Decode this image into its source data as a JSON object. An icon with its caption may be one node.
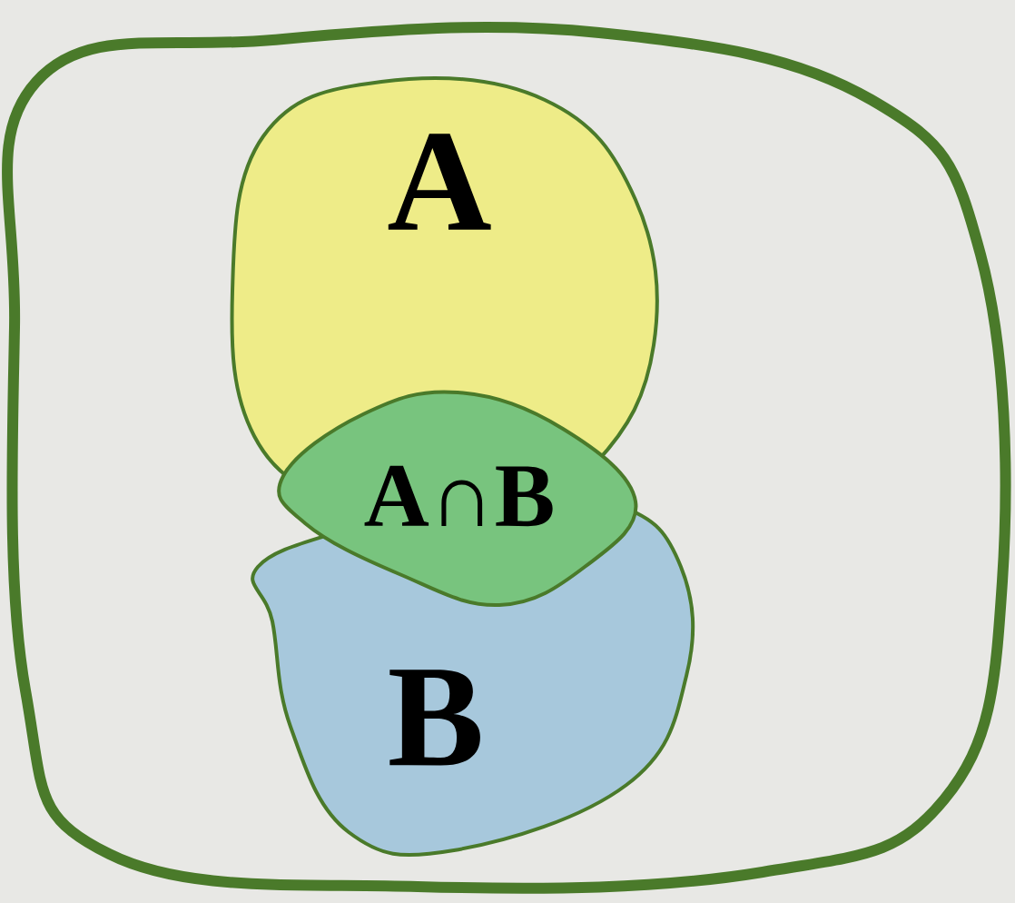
{
  "diagram": {
    "nodes": [
      {
        "text": [],
        "shape": "blob"
      },
      {
        "text": [
          "A"
        ],
        "in": 0
      },
      {
        "text": [
          "B"
        ],
        "in": 0
      },
      {
        "text": [
          "A∩B"
        ],
        "in": 0
      }
    ]
  }
}
